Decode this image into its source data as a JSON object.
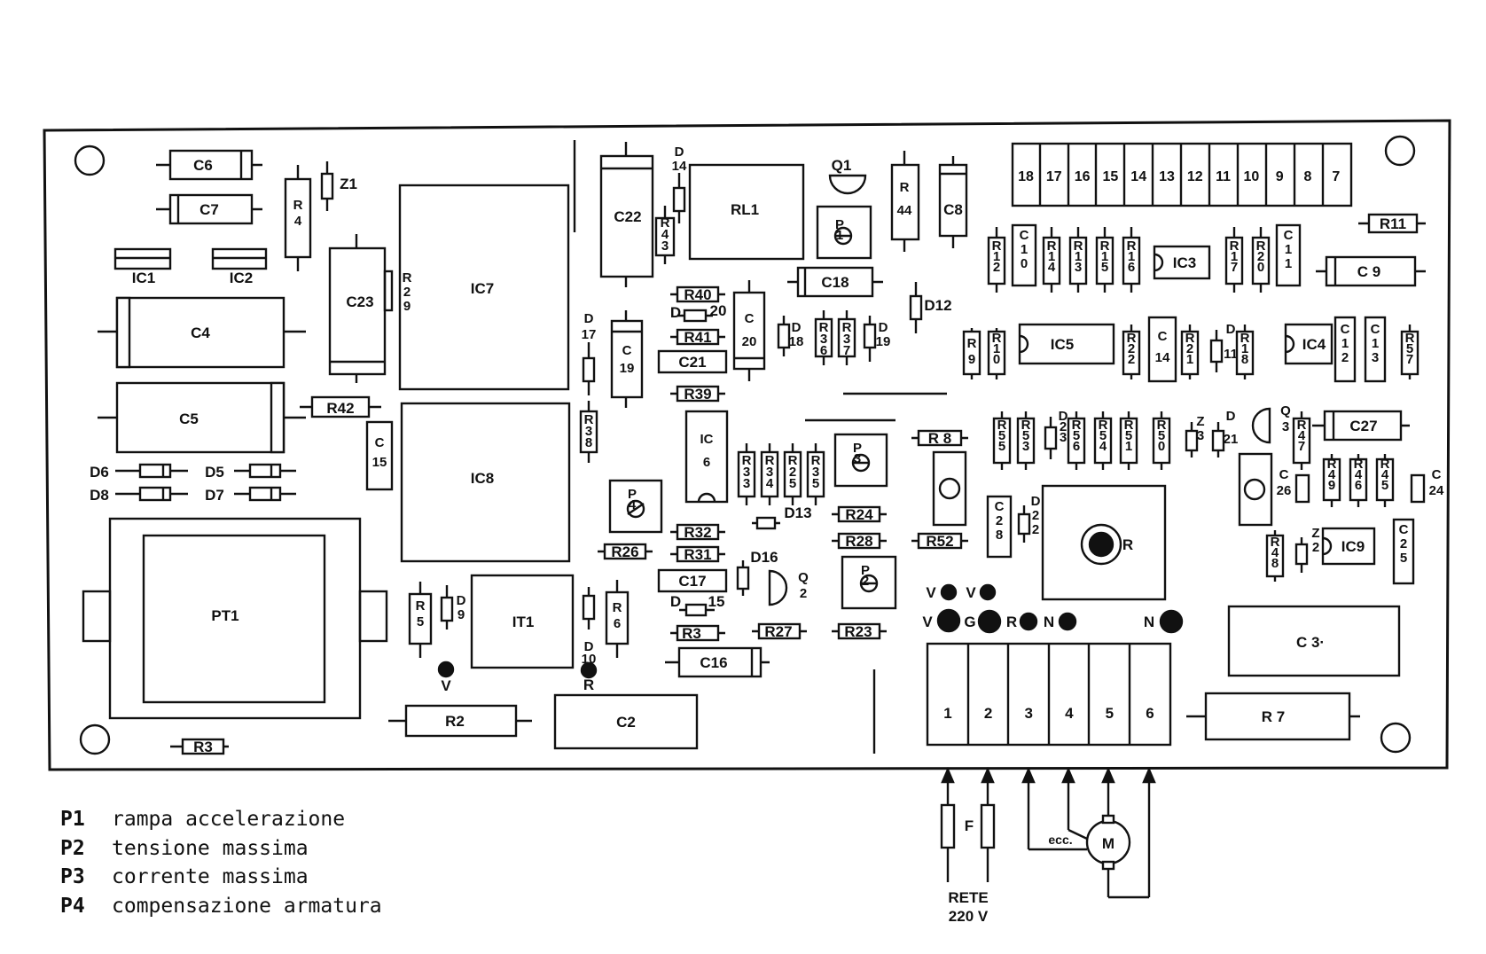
{
  "labels": {
    "C6": "C6",
    "C7": "C7",
    "Z1": "Z1",
    "R4": [
      "R",
      "4"
    ],
    "IC1": "IC1",
    "IC2": "IC2",
    "C23": "C23",
    "R29": [
      "R",
      "2",
      "9"
    ],
    "IC7": "IC7",
    "C22": "C22",
    "D14": [
      "D",
      "14"
    ],
    "R43": [
      "R",
      "4",
      "3"
    ],
    "RL1": "RL1",
    "Q1": "Q1",
    "P1": [
      "P",
      "1"
    ],
    "R44": [
      "R",
      "44"
    ],
    "C8": "C8",
    "C4": "C4",
    "C18": "C18",
    "D12": "D12",
    "R40": "R40",
    "D20": "20",
    "D20D": "D",
    "C20": [
      "C",
      "20"
    ],
    "R41": "R41",
    "D18": [
      "D",
      "18"
    ],
    "R36": [
      "R",
      "3",
      "6"
    ],
    "R37": [
      "R",
      "3",
      "7"
    ],
    "D19": [
      "D",
      "19"
    ],
    "D17": [
      "D",
      "17"
    ],
    "C19": [
      "C",
      "19"
    ],
    "C21": "C21",
    "R39": "R39",
    "C5": "C5",
    "R42": "R42",
    "C15": [
      "C",
      "15"
    ],
    "IC8": "IC8",
    "R38": [
      "R",
      "3",
      "8"
    ],
    "IC6": [
      "IC",
      "6"
    ],
    "R33": [
      "R",
      "3",
      "3"
    ],
    "R34": [
      "R",
      "3",
      "4"
    ],
    "R25": [
      "R",
      "2",
      "5"
    ],
    "R35": [
      "R",
      "3",
      "5"
    ],
    "P3": [
      "P",
      "3"
    ],
    "R8": "R 8",
    "P4": [
      "P",
      "4"
    ],
    "D13": "D13",
    "R24": "R24",
    "R32": "R32",
    "R26": "R26",
    "R31": "R31",
    "R28": "R28",
    "R52": "R52",
    "D6": "D6",
    "D5": "D5",
    "D8": "D8",
    "D7": "D7",
    "PT1": "PT1",
    "D16": "D16",
    "C17": "C17",
    "Q2": [
      "Q",
      "2"
    ],
    "P2": [
      "P",
      "2"
    ],
    "R5": [
      "R",
      "5"
    ],
    "D9": [
      "D",
      "9"
    ],
    "IT1": "IT1",
    "R6": [
      "R",
      "6"
    ],
    "D15": "15",
    "D15D": "D",
    "R3a": "R3",
    "R27": "R27",
    "R23": "R23",
    "D10": [
      "D",
      "10"
    ],
    "C16": "C16",
    "R2": "R2",
    "C2": "C2",
    "R3b": "R3",
    "R12": [
      "R",
      "1",
      "2"
    ],
    "C10": [
      "C",
      "1",
      "0"
    ],
    "R14": [
      "R",
      "1",
      "4"
    ],
    "R13": [
      "R",
      "1",
      "3"
    ],
    "R15": [
      "R",
      "1",
      "5"
    ],
    "R16": [
      "R",
      "1",
      "6"
    ],
    "IC3": "IC3",
    "R17": [
      "R",
      "1",
      "7"
    ],
    "R20": [
      "R",
      "2",
      "0"
    ],
    "C11": [
      "C",
      "1",
      "1"
    ],
    "C9": "C 9",
    "R11": "R11",
    "R9": [
      "R",
      "9"
    ],
    "R10": [
      "R",
      "1",
      "0"
    ],
    "IC5": "IC5",
    "R22": [
      "R",
      "2",
      "2"
    ],
    "C14": [
      "C",
      "14"
    ],
    "R21": [
      "R",
      "2",
      "1"
    ],
    "D11": [
      "D",
      "11"
    ],
    "R18": [
      "R",
      "1",
      "8"
    ],
    "IC4": "IC4",
    "C12": [
      "C",
      "1",
      "2"
    ],
    "C13": [
      "C",
      "1",
      "3"
    ],
    "R57": [
      "R",
      "5",
      "7"
    ],
    "R55": [
      "R",
      "5",
      "5"
    ],
    "R53": [
      "R",
      "5",
      "3"
    ],
    "D23": [
      "D",
      "2",
      "3"
    ],
    "R56": [
      "R",
      "5",
      "6"
    ],
    "R54": [
      "R",
      "5",
      "4"
    ],
    "R51": [
      "R",
      "5",
      "1"
    ],
    "R50": [
      "R",
      "5",
      "0"
    ],
    "Z3": [
      "Z",
      "3"
    ],
    "D21": [
      "D",
      "21"
    ],
    "Q3": [
      "Q",
      "3"
    ],
    "R47": [
      "R",
      "4",
      "7"
    ],
    "C27": "C27",
    "C26": [
      "C",
      "26"
    ],
    "R49": [
      "R",
      "4",
      "9"
    ],
    "R46": [
      "R",
      "4",
      "6"
    ],
    "R45": [
      "R",
      "4",
      "5"
    ],
    "C24": [
      "C",
      "24"
    ],
    "C28": [
      "C",
      "2",
      "8"
    ],
    "D22": [
      "D",
      "2",
      "2"
    ],
    "R": "R",
    "R48": [
      "R",
      "4",
      "8"
    ],
    "Z2": [
      "Z",
      "2"
    ],
    "IC9": "IC9",
    "C25": [
      "C",
      "2",
      "5"
    ],
    "C3": "C 3·",
    "R7": "R 7"
  },
  "header_pins": [
    "18",
    "17",
    "16",
    "15",
    "14",
    "13",
    "12",
    "11",
    "10",
    "9",
    "8",
    "7"
  ],
  "terminal_numbers": [
    "1",
    "2",
    "3",
    "4",
    "5",
    "6"
  ],
  "test_points": {
    "V1": "V",
    "V2": "V",
    "V3": "V",
    "G": "G",
    "R": "R",
    "N1": "N",
    "N2": "N",
    "V_left": "V",
    "R_left": "R"
  },
  "external": {
    "fuse": "F",
    "eccentric": "ecc.",
    "motor": "M",
    "mains_line1": "RETE",
    "mains_line2": "220 V"
  },
  "legend": [
    {
      "key": "P1",
      "text": "rampa accelerazione"
    },
    {
      "key": "P2",
      "text": "tensione massima"
    },
    {
      "key": "P3",
      "text": "corrente massima"
    },
    {
      "key": "P4",
      "text": "compensazione armatura"
    }
  ]
}
